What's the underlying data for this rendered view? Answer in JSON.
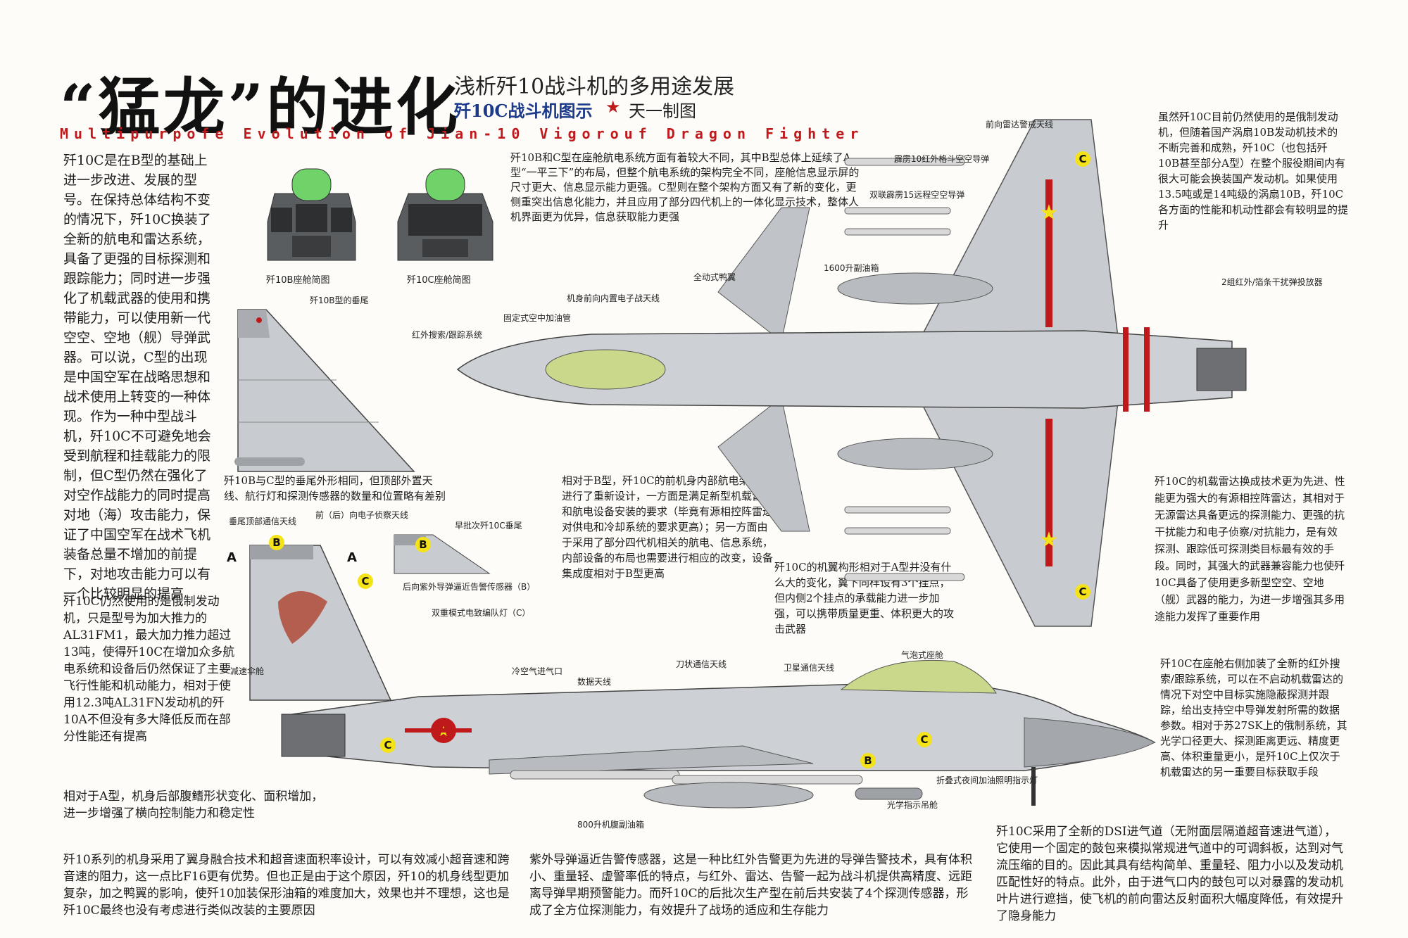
{
  "header": {
    "title": "“猛龙”的进化",
    "subtitle": "浅析歼10战斗机的多用途发展",
    "subtitle2": "歼10C战斗机图示",
    "author": "天一制图",
    "english_title": "Multipurpofe Evolution of Jian-10 Vigorouf Dragon Fighter"
  },
  "paragraphs": {
    "left_intro": "歼10C是在B型的基础上进一步改进、发展的型号。在保持总体结构不变的情况下，歼10C换装了全新的航电和雷达系统，具备了更强的目标探测和跟踪能力；同时进一步强化了机载武器的使用和携带能力，可以使用新一代空空、空地（舰）导弹武器。可以说，C型的出现是中国空军在战略思想和战术使用上转变的一种体现。作为一种中型战斗机，歼10C不可避免地会受到航程和挂载能力的限制，但C型仍然在强化了对空作战能力的同时提高对地（海）攻击能力，保证了中国空军在战术飞机装备总量不增加的前提下，对地攻击能力可以有一个比较明显的提高",
    "left_engine": "歼10C仍然使用的是俄制发动机，只是型号为加大推力的AL31FM1，最大加力推力超过13吨，使得歼10C在增加众多航电系统和设备后仍然保证了主要飞行性能和机动能力，相对于使用12.3吨AL31FN发动机的歼10A不但没有多大降低反而在部分性能还有提高",
    "ventral_fin": "相对于A型，机身后部腹鳍形状变化、面积增加，进一步增强了横向控制能力和稳定性",
    "bottom_left": "歼10系列的机身采用了翼身融合技术和超音速面积率设计，可以有效减小超音速和跨音速的阻力，这一点比F16更有优势。但也正是由于这个原因，歼10的机身线型更加复杂，加之鸭翼的影响，使歼10加装保形油箱的难度加大，效果也并不理想，这也是歼10C最终也没有考虑进行类似改装的主要原因",
    "bottom_mid": "紫外导弹逼近告警传感器，这是一种比红外告警更为先进的导弹告警技术，具有体积小、重量轻、虚警率低的特点，与红外、雷达、告警一起为战斗机提供高精度、远距离导弹早期预警能力。而歼10C的后批次生产型在前后共安装了4个探测传感器，形成了全方位探测能力，有效提升了战场的适应和生存能力",
    "bottom_right": "歼10C采用了全新的DSI进气道（无附面层隔道超音速进气道），它使用一个固定的鼓包来模拟常规进气道中的可调斜板，达到对气流压缩的目的。因此其具有结构简单、重量轻、阻力小以及发动机匹配性好的特点。此外，由于进气口内的鼓包可以对暴露的发动机叶片进行遮挡，使飞机的前向雷达反射面积大幅度降低，有效提升了隐身能力",
    "cockpit": "歼10B和C型在座舱航电系统方面有着较大不同，其中B型总体上延续了A型“一平三下”的布局，但整个航电系统的架构完全不同，座舱信息显示屏的尺寸更大、信息显示能力更强。C型则在整个架构方面又有了新的变化，更侧重突出信息化能力，并且应用了部分四代机上的一体化显示技术，整体人机界面更为优异，信息获取能力更强",
    "tail_note": "歼10B与C型的垂尾外形相同，但顶部外置天线、航行灯和探测传感器的数量和位置略有差别",
    "nose_note": "相对于B型，歼10C的前机身内部航电架构又进行了重新设计，一方面是满足新型机载雷达和航电设备安装的要求（毕竟有源相控阵雷达对供电和冷却系统的要求更高）；另一方面由于采用了部分四代机相关的航电、信息系统，内部设备的布局也需要进行相应的改变，设备集成度相对于B型更高",
    "wing_note": "歼10C的机翼构形相对于A型并没有什么大的变化，翼下同样设有3个挂点，但内侧2个挂点的承载能力进一步加强，可以携带质量更重、体积更大的攻击武器",
    "right_engine": "虽然歼10C目前仍然使用的是俄制发动机，但随着国产涡扇10B发动机技术的不断完善和成熟，歼10C（也包括歼10B甚至部分A型）在整个服役期间内有很大可能会换装国产发动机。如果使用13.5吨或是14吨级的涡扇10B，歼10C各方面的性能和机动性都会有较明显的提升",
    "right_radar": "歼10C的机载雷达换成技术更为先进、性能更为强大的有源相控阵雷达，其相对于无源雷达具备更远的探测能力、更强的抗干扰能力和电子侦察/对抗能力，是有效探测、跟踪低可探测类目标最有效的手段。同时，其强大的武器兼容能力也使歼10C具备了使用更多新型空空、空地（舰）武器的能力，为进一步增强其多用途能力发挥了重要作用",
    "right_irst": "歼10C在座舱右侧加装了全新的红外搜索/跟踪系统，可以在不启动机载雷达的情况下对空中目标实施隐蔽探测并跟踪，给出支持空中导弹发射所需的数据参数。相对于苏27SK上的俄制系统，其光学口径更大、探测距离更远、精度更高、体积重量更小，是歼10C上仅次于机载雷达的另一重要目标获取手段"
  },
  "labels": {
    "cockpit_b": "歼10B座舱简图",
    "cockpit_c": "歼10C座舱简图",
    "b_tail": "歼10B型的垂尾",
    "top_antenna": "前向雷达警戒天线",
    "pl10": "霹雳10红外格斗空空导弹",
    "pl15": "双联霹雳15远程空空导弹",
    "tank1600": "1600升副油箱",
    "allmoving": "全动式鸭翼",
    "ecm_ant": "机身前向内置电子战天线",
    "fixed_probe": "固定式空中加油管",
    "irst": "红外搜索/跟踪系统",
    "chaff": "2组红外/箔条干扰弹投放器",
    "tail_top_ant": "垂尾顶部通信天线",
    "front_rear_ant": "前（后）向电子侦察天线",
    "early_c_tail": "早批次歼10C垂尾",
    "rear_uv": "后向紫外导弹逼近告警传感器（B）",
    "dual_light": "双重模式电致编队灯（C）",
    "airbrake": "减速伞舱",
    "cool_inlet": "冷空气进气口",
    "data_ant": "数据天线",
    "blade_ant": "刀状通信天线",
    "sat_ant": "卫星通信天线",
    "bubble": "气泡式座舱",
    "fold_light": "折叠式夜间加油照明指示灯",
    "optical_pod": "光学指示吊舱",
    "tank800": "800升机腹副油箱"
  },
  "markers": {
    "A": "A",
    "B": "B",
    "C": "C"
  },
  "colors": {
    "accent_red": "#c0191c",
    "aircraft_gray": "#c8ccd0",
    "canopy_green": "#c9d88a",
    "badge_yellow": "#f5e31a",
    "navy": "#1d3a8a"
  }
}
